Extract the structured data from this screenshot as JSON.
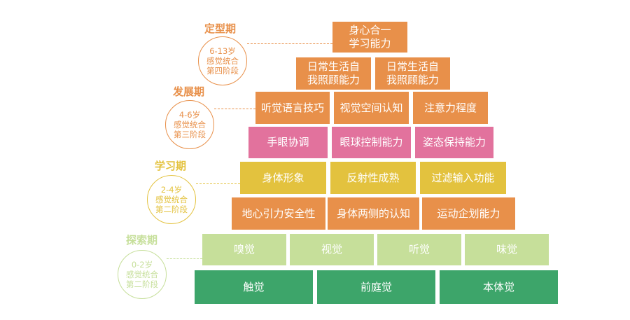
{
  "colors": {
    "orange": "#e8904a",
    "pink": "#e2729d",
    "yellow": "#e3c23e",
    "light_green": "#c6df9a",
    "green": "#3da56a"
  },
  "stages": [
    {
      "title": "定型期",
      "age": "6-13岁",
      "line1": "感觉统合",
      "line2": "第四阶段",
      "color": "#e8904a"
    },
    {
      "title": "发展期",
      "age": "4-6岁",
      "line1": "感觉统合",
      "line2": "第三阶段",
      "color": "#e8904a"
    },
    {
      "title": "学习期",
      "age": "2-4岁",
      "line1": "感觉统合",
      "line2": "第二阶段",
      "color": "#e3c23e"
    },
    {
      "title": "探索期",
      "age": "0-2岁",
      "line1": "感觉统合",
      "line2": "第二阶段",
      "color": "#c6df9a"
    }
  ],
  "pyramid": {
    "row1": [
      "身心合一\n学习能力"
    ],
    "row2": [
      "日常生活自\n我照顾能力",
      "日常生活自\n我照顾能力"
    ],
    "row3": [
      "听觉语言技巧",
      "视觉空间认知",
      "注意力程度"
    ],
    "row4": [
      "手眼协调",
      "眼球控制能力",
      "姿态保持能力"
    ],
    "row5": [
      "身体形象",
      "反射性成熟",
      "过滤输入功能"
    ],
    "row6": [
      "地心引力安全性",
      "身体两侧的认知",
      "运动企划能力"
    ],
    "row7": [
      "嗅觉",
      "视觉",
      "听觉",
      "味觉"
    ],
    "row8": [
      "触觉",
      "前庭觉",
      "本体觉"
    ]
  }
}
